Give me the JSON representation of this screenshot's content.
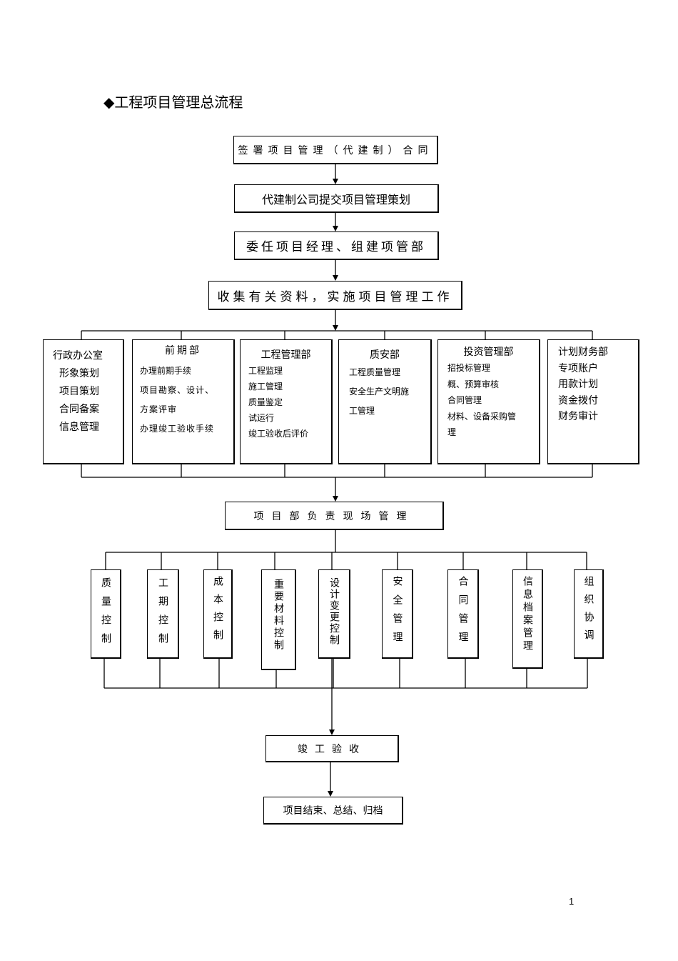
{
  "title": "◆工程项目管理总流程",
  "page_number": "1",
  "steps": {
    "s1": "签署项目管理（代建制）合同",
    "s2": "代建制公司提交项目管理策划",
    "s3": "委任项目经理、组建项管部",
    "s4": "收集有关资料，实施项目管理工作",
    "s5": "项目部负责现场管理",
    "s6": "竣工验收",
    "s7": "项目结束、总结、归档"
  },
  "departments": [
    {
      "title": "行政办公室",
      "items": [
        "形象策划",
        "项目策划",
        "合同备案",
        "信息管理"
      ]
    },
    {
      "title": "前期部",
      "items": [
        "办理前期手续",
        "项目勘察、设计、",
        "方案评审",
        "办理竣工验收手续"
      ]
    },
    {
      "title": "工程管理部",
      "items": [
        "工程监理",
        "施工管理",
        "质量鉴定",
        "试运行",
        "竣工验收后评价"
      ]
    },
    {
      "title": "质安部",
      "items": [
        "工程质量管理",
        "安全生产文明施",
        "工管理"
      ]
    },
    {
      "title": "投资管理部",
      "items": [
        "招投标管理",
        "概、预算审核",
        "合同管理",
        "材料、设备采购管",
        "理"
      ]
    },
    {
      "title": "计划财务部",
      "items": [
        "专项账户",
        "用款计划",
        "资金拨付",
        "财务审计"
      ]
    }
  ],
  "controls": [
    "质量控制",
    "工期控制",
    "成本控制",
    "重要材料控制",
    "设计变更控制",
    "安全管理",
    "合同管理",
    "信息档案管理",
    "组织协调"
  ]
}
